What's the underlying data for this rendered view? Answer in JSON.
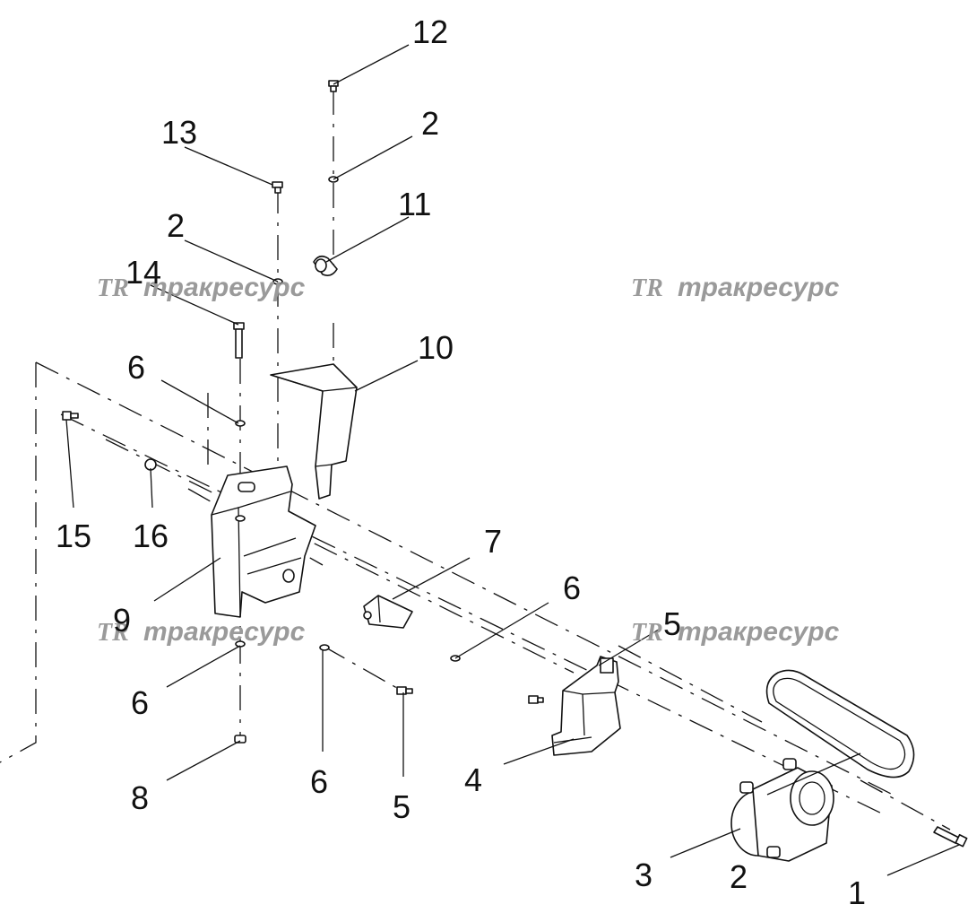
{
  "watermark": {
    "logo": "TR",
    "text": "тракресурс"
  },
  "callouts": [
    "12",
    "13",
    "2",
    "11",
    "2",
    "14",
    "10",
    "6",
    "15",
    "16",
    "9",
    "7",
    "6",
    "5",
    "6",
    "6",
    "5",
    "4",
    "8",
    "3",
    "2",
    "1"
  ]
}
